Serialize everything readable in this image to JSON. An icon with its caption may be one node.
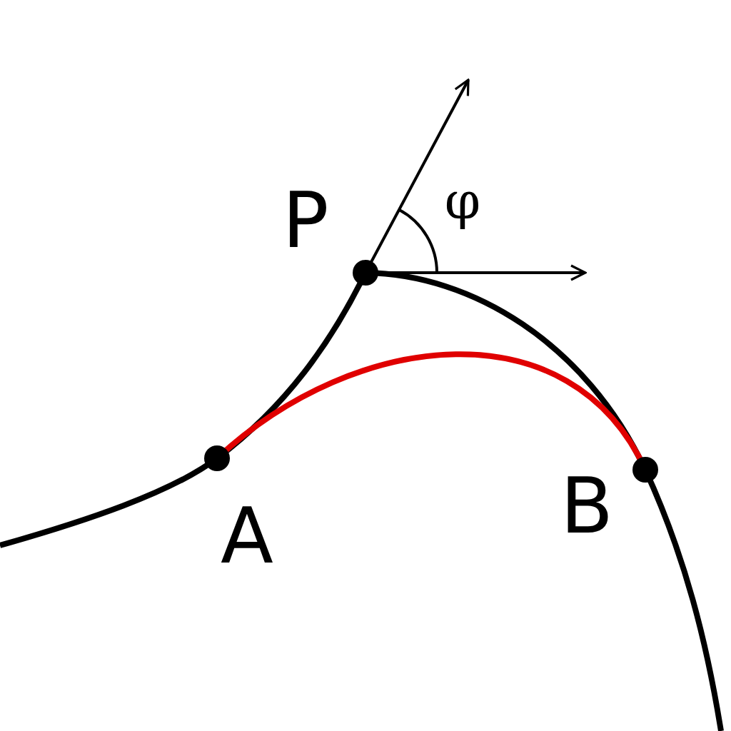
{
  "diagram": {
    "labels": [
      "φ",
      "P",
      "B",
      "A"
    ]
  }
}
